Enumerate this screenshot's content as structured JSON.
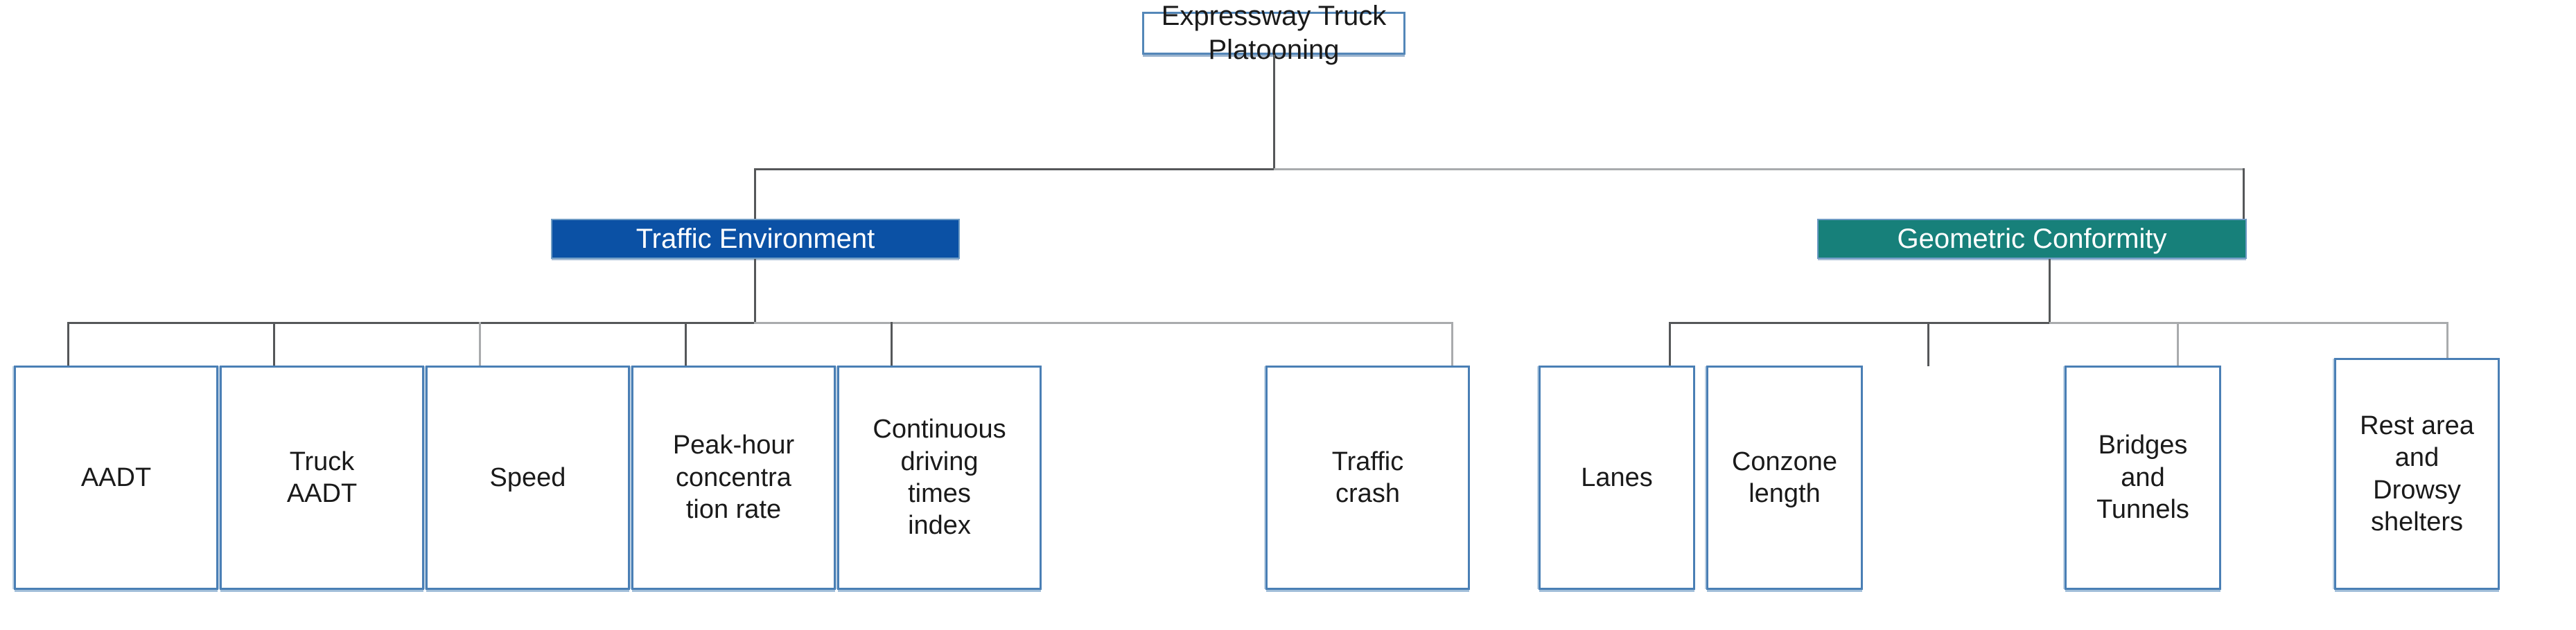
{
  "diagram": {
    "title_text": "Expressway Truck Platooning",
    "type": "hierarchy-tree",
    "colors": {
      "traffic_environment_fill": "#0b51a5",
      "geometric_conformity_fill": "#17807a",
      "box_outline": "#4a7fb5",
      "root_outline": "#5487b8",
      "connector": "#555759",
      "text": "#1a1a1a",
      "header_text": "#ffffff",
      "background": "#ffffff"
    },
    "root": {
      "label": "Expressway Truck Platooning"
    },
    "branches": [
      {
        "id": "traffic-environment",
        "label": "Traffic Environment",
        "fill": "#0b51a5",
        "leaves": [
          {
            "id": "aadt",
            "label": "AADT"
          },
          {
            "id": "truck-aadt",
            "label": "Truck\nAADT"
          },
          {
            "id": "speed",
            "label": "Speed"
          },
          {
            "id": "peak-hour-concentration-rate",
            "label": "Peak-hour\nconcentra\ntion rate"
          },
          {
            "id": "continuous-driving-times-index",
            "label": "Continuous\ndriving\ntimes\nindex"
          },
          {
            "id": "traffic-crash",
            "label": "Traffic\ncrash"
          }
        ]
      },
      {
        "id": "geometric-conformity",
        "label": "Geometric Conformity",
        "fill": "#17807a",
        "leaves": [
          {
            "id": "lanes",
            "label": "Lanes"
          },
          {
            "id": "conzone-length",
            "label": "Conzone\nlength"
          },
          {
            "id": "bridges-and-tunnels",
            "label": "Bridges\nand\nTunnels"
          },
          {
            "id": "rest-area-and-drowsy-shelters",
            "label": "Rest area\nand\nDrowsy\nshelters"
          }
        ]
      }
    ]
  }
}
